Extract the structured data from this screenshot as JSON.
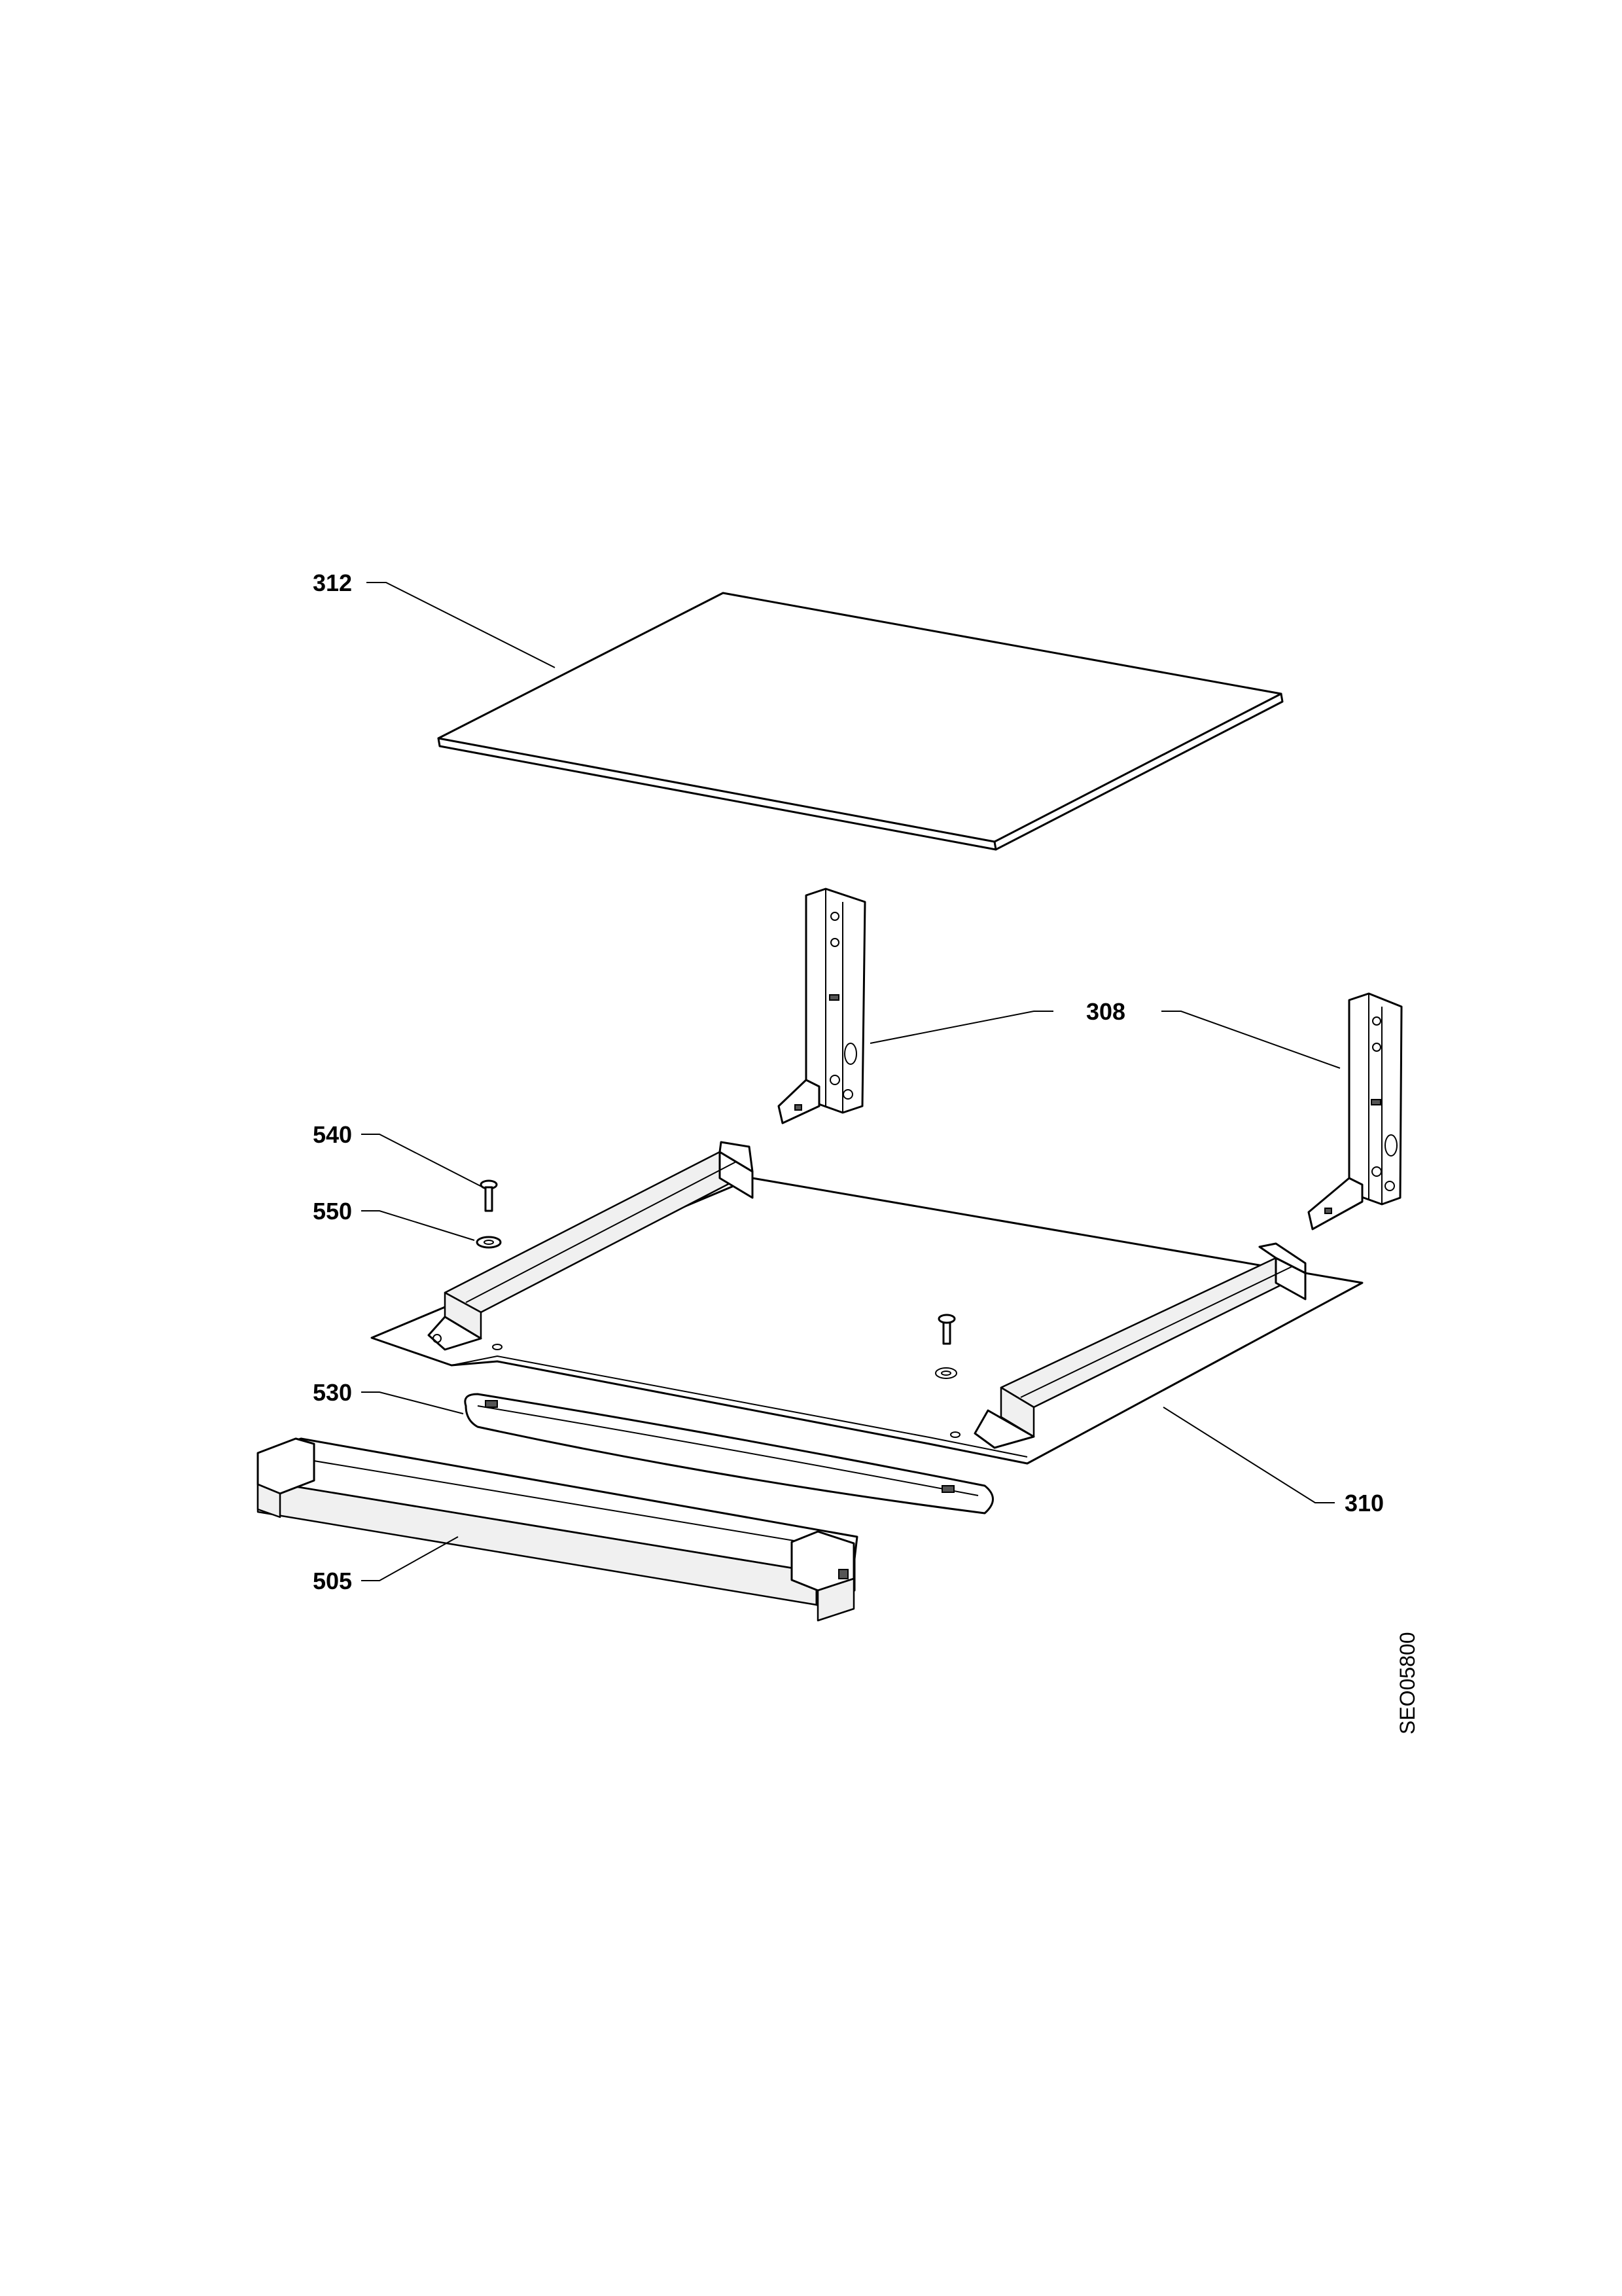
{
  "callouts": {
    "c312": "312",
    "c308": "308",
    "c540": "540",
    "c550": "550",
    "c530": "530",
    "c310": "310",
    "c505": "505"
  },
  "drawing_code": "SEO05800"
}
